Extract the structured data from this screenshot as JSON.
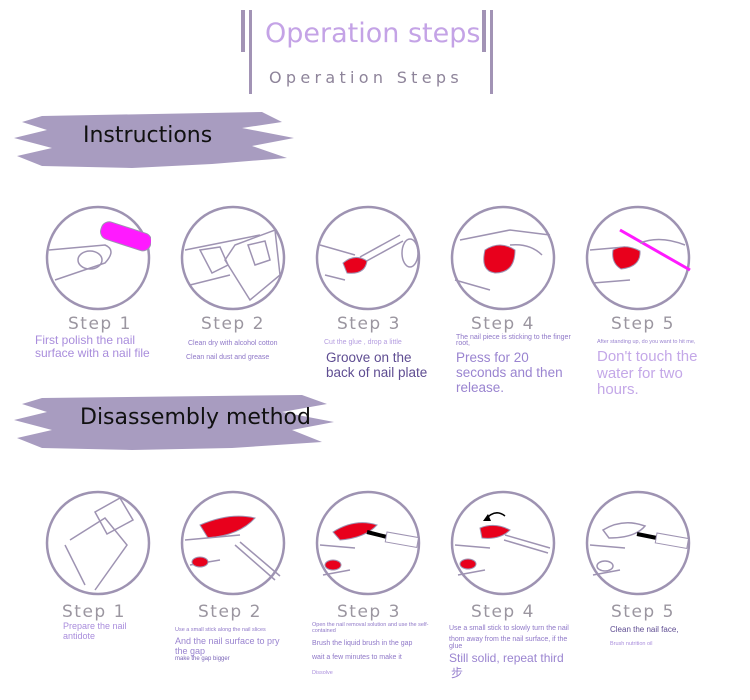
{
  "header": {
    "title": "Operation steps",
    "subtitle": "Operation Steps"
  },
  "colors": {
    "accent": "#a98ddc",
    "brush": "#a89cc0",
    "nail_red": "#e8001c",
    "file_magenta": "#ff1aff"
  },
  "instructions": {
    "heading": "Instructions",
    "steps": [
      {
        "label": "Step 1",
        "lines": [
          "First polish the nail surface with a nail file"
        ]
      },
      {
        "label": "Step 2",
        "lines": [
          "Clean dry with alcohol cotton",
          "Clean nail dust and grease"
        ]
      },
      {
        "label": "Step 3",
        "lines": [
          "Cut the glue , drop a little",
          "Groove on the back of nail plate"
        ]
      },
      {
        "label": "Step 4",
        "lines": [
          "The nail piece is sticking to the finger root,",
          "Press for 20 seconds and then release."
        ]
      },
      {
        "label": "Step 5",
        "lines": [
          "After standing up, do you want to hit me,",
          "Don't touch the water for two hours."
        ]
      }
    ]
  },
  "disassembly": {
    "heading": "Disassembly method",
    "steps": [
      {
        "label": "Step 1",
        "lines": [
          "Prepare the nail antidote"
        ]
      },
      {
        "label": "Step 2",
        "lines": [
          "Use a small stick along the nail slices",
          "And the nail surface to pry the gap",
          "make the gap bigger"
        ]
      },
      {
        "label": "Step 3",
        "lines": [
          "Open the nail removal solution and use the self-contained",
          "Brush the liquid brush in the gap",
          "wait a few minutes to make it",
          "Dissolve"
        ]
      },
      {
        "label": "Step 4",
        "lines": [
          "Use a small stick to slowly turn the nail",
          "thom away from the nail surface, if the glue",
          "Still solid, repeat third",
          "步"
        ]
      },
      {
        "label": "Step 5",
        "lines": [
          "Clean the nail face,",
          "Brush nutrition oil"
        ]
      }
    ]
  }
}
